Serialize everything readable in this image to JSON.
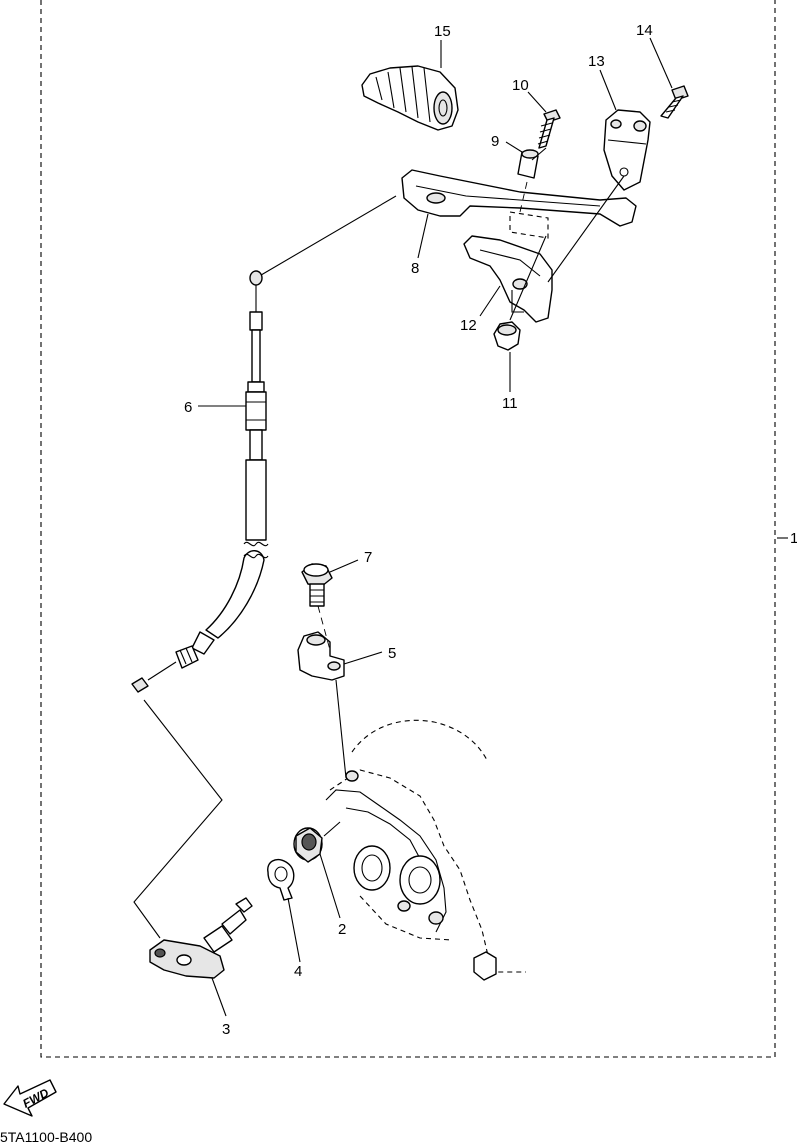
{
  "diagram": {
    "code": "5TA1100-B400",
    "fwd_label": "FWD",
    "assembly_label": "1"
  },
  "parts": [
    {
      "id": "label-1",
      "number": "1"
    },
    {
      "id": "label-2",
      "number": "2"
    },
    {
      "id": "label-3",
      "number": "3"
    },
    {
      "id": "label-4",
      "number": "4"
    },
    {
      "id": "label-5",
      "number": "5"
    },
    {
      "id": "label-6",
      "number": "6"
    },
    {
      "id": "label-7",
      "number": "7"
    },
    {
      "id": "label-8",
      "number": "8"
    },
    {
      "id": "label-9",
      "number": "9"
    },
    {
      "id": "label-10",
      "number": "10"
    },
    {
      "id": "label-11",
      "number": "11"
    },
    {
      "id": "label-12",
      "number": "12"
    },
    {
      "id": "label-13",
      "number": "13"
    },
    {
      "id": "label-14",
      "number": "14"
    },
    {
      "id": "label-15",
      "number": "15"
    }
  ]
}
